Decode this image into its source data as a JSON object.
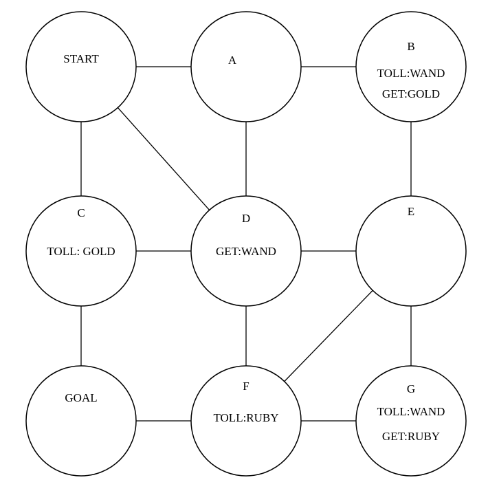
{
  "nodes": [
    {
      "id": "start",
      "label": "START",
      "lines": []
    },
    {
      "id": "a",
      "label": "A",
      "lines": []
    },
    {
      "id": "b",
      "label": "B",
      "lines": [
        "TOLL:WAND",
        "GET:GOLD"
      ]
    },
    {
      "id": "c",
      "label": "C",
      "lines": [
        "TOLL: GOLD"
      ]
    },
    {
      "id": "d",
      "label": "D",
      "lines": [
        "GET:WAND"
      ]
    },
    {
      "id": "e",
      "label": "E",
      "lines": []
    },
    {
      "id": "goal",
      "label": "GOAL",
      "lines": []
    },
    {
      "id": "f",
      "label": "F",
      "lines": [
        "TOLL:RUBY"
      ]
    },
    {
      "id": "g",
      "label": "G",
      "lines": [
        "TOLL:WAND",
        "GET:RUBY"
      ]
    }
  ],
  "edges": [
    [
      "start",
      "a"
    ],
    [
      "a",
      "b"
    ],
    [
      "start",
      "c"
    ],
    [
      "start",
      "d"
    ],
    [
      "a",
      "d"
    ],
    [
      "b",
      "e"
    ],
    [
      "c",
      "d"
    ],
    [
      "d",
      "e"
    ],
    [
      "c",
      "goal"
    ],
    [
      "d",
      "f"
    ],
    [
      "e",
      "f"
    ],
    [
      "e",
      "g"
    ],
    [
      "goal",
      "f"
    ],
    [
      "f",
      "g"
    ]
  ]
}
